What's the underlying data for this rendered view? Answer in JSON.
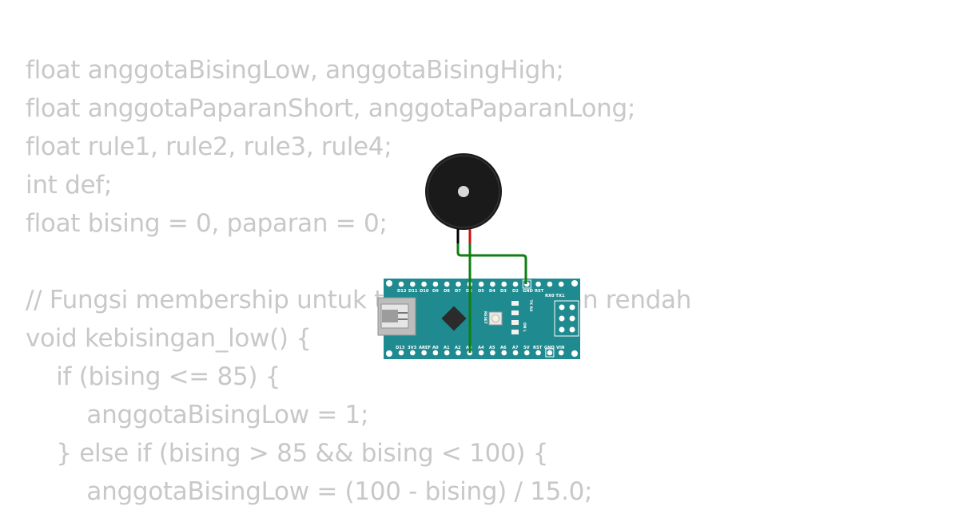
{
  "code_lines": [
    "float anggotaBisingLow, anggotaBisingHigh;",
    "float anggotaPaparanShort, anggotaPaparanLong;",
    "float rule1, rule2, rule3, rule4;",
    "int def;",
    "float bising = 0, paparan = 0;",
    "",
    "// Fungsi membership untuk tingkat kebisingan rendah",
    "void kebisingan_low() {",
    "    if (bising <= 85) {",
    "        anggotaBisingLow = 1;",
    "    } else if (bising > 85 && bising < 100) {",
    "        anggotaBisingLow = (100 - bising) / 15.0;"
  ],
  "board": {
    "top_pins": [
      "D12",
      "D11",
      "D10",
      "D9",
      "D8",
      "D7",
      "D6",
      "D5",
      "D4",
      "D3",
      "D2",
      "GND",
      "RST"
    ],
    "bottom_pins": [
      "D13",
      "3V3",
      "AREF",
      "A0",
      "A1",
      "A2",
      "A3",
      "A4",
      "A5",
      "A6",
      "A7",
      "5V",
      "RST",
      "GND",
      "VIN"
    ],
    "rx_tx": "RX0 TX1",
    "reset_label": "RESET",
    "led_label_1": "TX RX",
    "led_label_2": "ON L",
    "color": "#1f8a8f"
  },
  "colors": {
    "code_text": "#c8c8c8",
    "wire": "#0f7f12",
    "buzzer": "#1a1a1a"
  }
}
